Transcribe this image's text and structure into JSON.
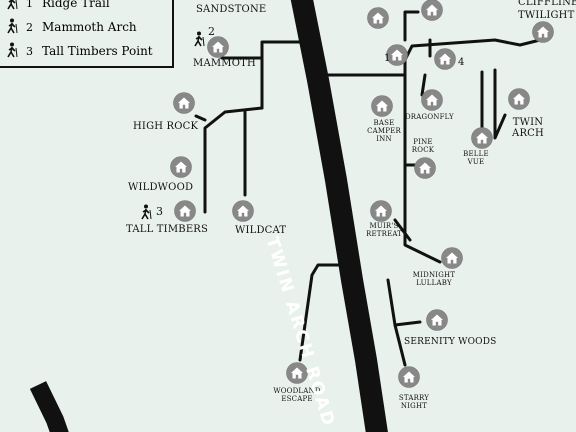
{
  "legend": {
    "items": [
      {
        "num": "1",
        "label": "Ridge Trail"
      },
      {
        "num": "2",
        "label": "Mammoth Arch"
      },
      {
        "num": "3",
        "label": "Tall Timbers Point"
      }
    ]
  },
  "road": {
    "name": "TWIN ARCH ROAD"
  },
  "places": {
    "sandstone": "SANDSTONE",
    "mammoth": "MAMMOTH",
    "mammoth_marker": "2",
    "high_rock": "HIGH ROCK",
    "wildwood": "WILDWOOD",
    "tall_timbers": "TALL TIMBERS",
    "tall_timbers_marker": "3",
    "wildcat": "WILDCAT",
    "cliffline": "CLIFFLINE",
    "twilight": "TWILIGHT",
    "base_camper_inn_1": "BASE",
    "base_camper_inn_2": "CAMPER",
    "base_camper_inn_3": "INN",
    "dragonfly": "DRAGONFLY",
    "pine_rock_1": "PINE",
    "pine_rock_2": "ROCK",
    "belle_vue_1": "BELLE",
    "belle_vue_2": "VUE",
    "twin_arch_1": "TWIN",
    "twin_arch_2": "ARCH",
    "muirs_retreat_1": "MUIR'S",
    "muirs_retreat_2": "RETREAT",
    "midnight_lullaby_1": "MIDNIGHT",
    "midnight_lullaby_2": "LULLABY",
    "serenity_woods": "SERENITY WOODS",
    "woodland_escape_1": "WOODLAND",
    "woodland_escape_2": "ESCAPE",
    "starry_night_1": "STARRY",
    "starry_night_2": "NIGHT",
    "marker_1": "1",
    "marker_4": "4"
  },
  "colors": {
    "background": "#e9f1ec",
    "road": "#111111",
    "house_fill": "#888888",
    "house_ring": "#ffffff"
  }
}
